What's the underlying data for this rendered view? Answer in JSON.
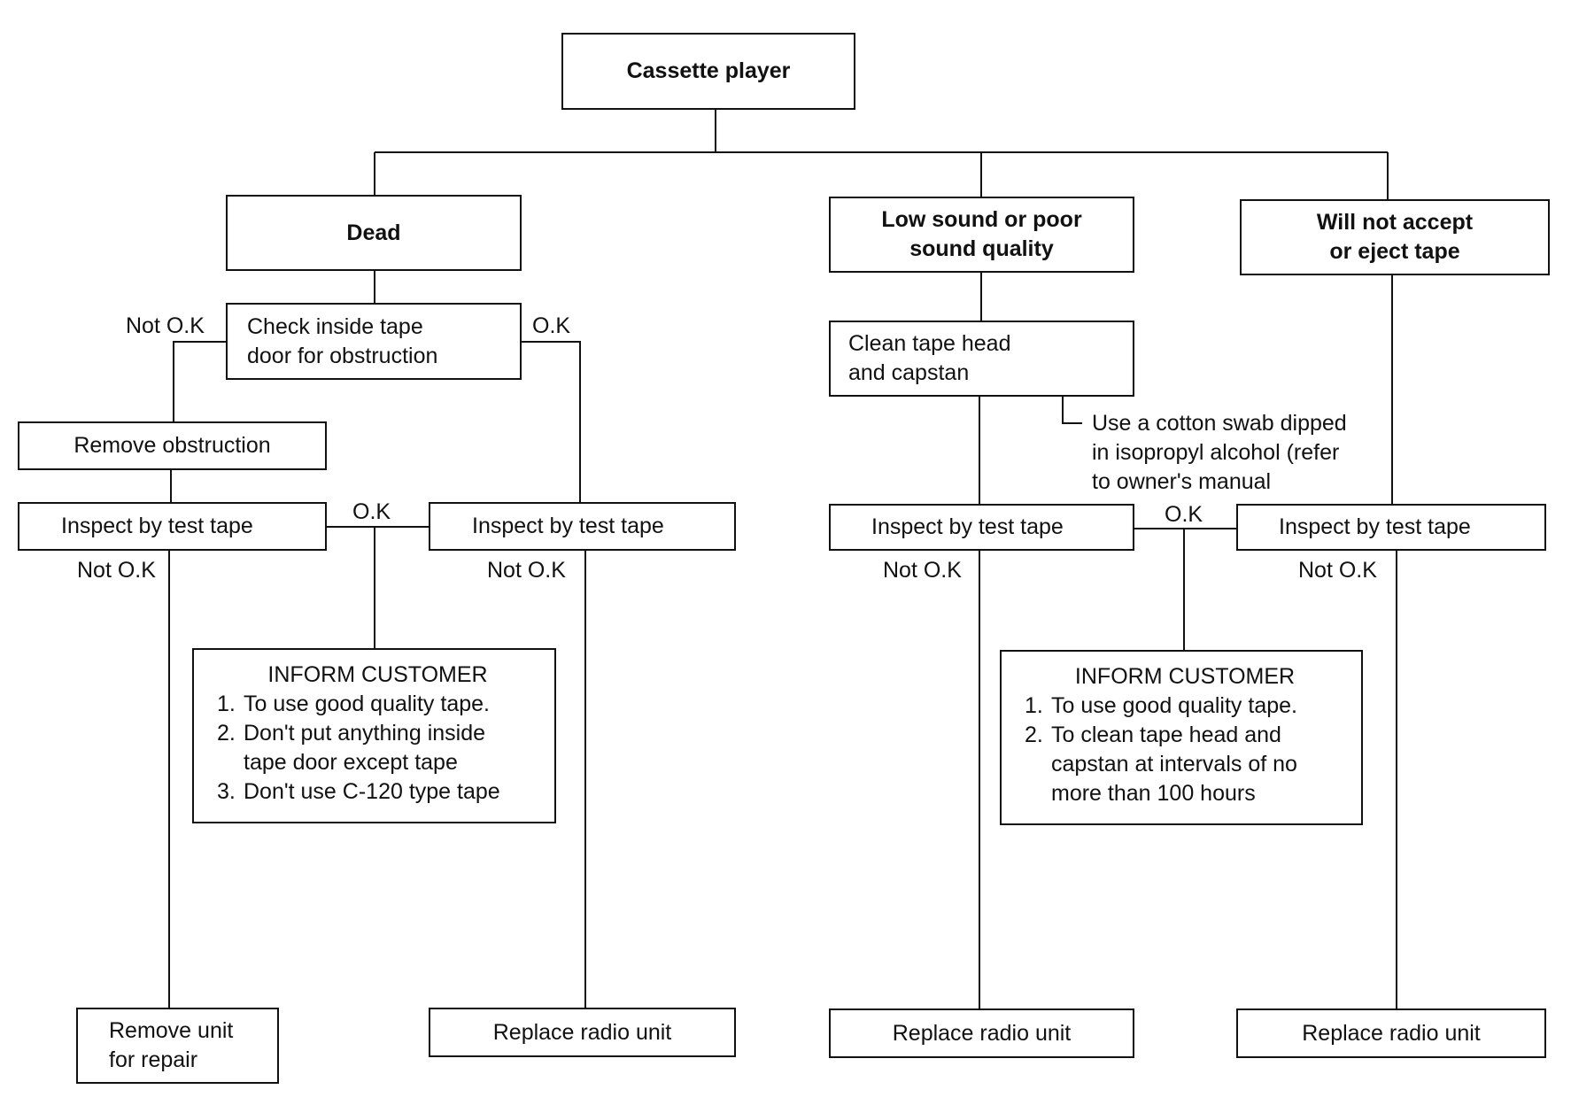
{
  "root": {
    "label": "Cassette player"
  },
  "symptoms": {
    "dead": "Dead",
    "low_sound": "Low sound or poor\nsound quality",
    "not_accept": "Will not accept\nor eject tape"
  },
  "steps": {
    "check_door": "Check inside tape\ndoor for obstruction",
    "remove_obstruction": "Remove obstruction",
    "inspect": "Inspect by test tape",
    "clean_head": "Clean tape head\nand capstan"
  },
  "outcomes": {
    "ok": "O.K",
    "not_ok": "Not O.K"
  },
  "note_swab": "Use a cotton swab dipped\nin isopropyl alcohol (refer\nto owner's manual",
  "inform_left": {
    "title": "INFORM CUSTOMER",
    "items": [
      {
        "num": "1.",
        "text": "To use good quality tape."
      },
      {
        "num": "2.",
        "text": "Don't put anything inside\ntape door except tape"
      },
      {
        "num": "3.",
        "text": "Don't use C-120 type tape"
      }
    ]
  },
  "inform_right": {
    "title": "INFORM CUSTOMER",
    "items": [
      {
        "num": "1.",
        "text": "To use good quality tape."
      },
      {
        "num": "2.",
        "text": "To clean tape head and\ncapstan at intervals of no\nmore than 100 hours"
      }
    ]
  },
  "results": {
    "remove_unit": "Remove unit\nfor repair",
    "replace_unit": "Replace radio unit"
  }
}
